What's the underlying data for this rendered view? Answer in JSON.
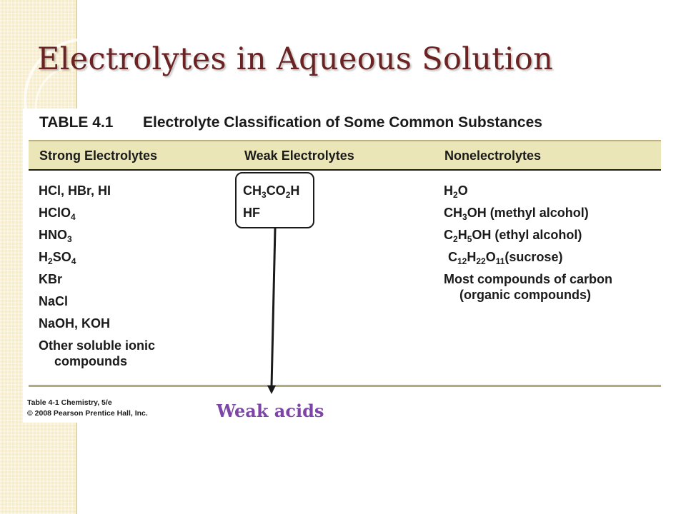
{
  "slide": {
    "title": "Electrolytes in Aqueous Solution"
  },
  "table": {
    "number": "TABLE 4.1",
    "caption": "Electrolyte Classification of Some Common Substances",
    "columns": [
      "Strong Electrolytes",
      "Weak Electrolytes",
      "Nonelectrolytes"
    ],
    "strong": [
      "HCl, HBr, HI",
      "HClO4",
      "HNO3",
      "H2SO4",
      "KBr",
      "NaCl",
      "NaOH, KOH",
      "Other soluble ionic compounds"
    ],
    "weak": [
      "CH3CO2H",
      "HF"
    ],
    "non": [
      "H2O",
      "CH3OH (methyl alcohol)",
      "C2H5OH (ethyl alcohol)",
      "C12H22O11(sucrose)",
      "Most compounds of carbon (organic compounds)"
    ],
    "credit_line1": "Table 4-1 Chemistry, 5/e",
    "credit_line2": "© 2008 Pearson Prentice Hall, Inc."
  },
  "annotation": {
    "label": "Weak acids"
  },
  "colors": {
    "title": "#6b2222",
    "header_band": "#ebe6b7",
    "annotation": "#7d45a8",
    "side_strip": "#f6ecca"
  }
}
